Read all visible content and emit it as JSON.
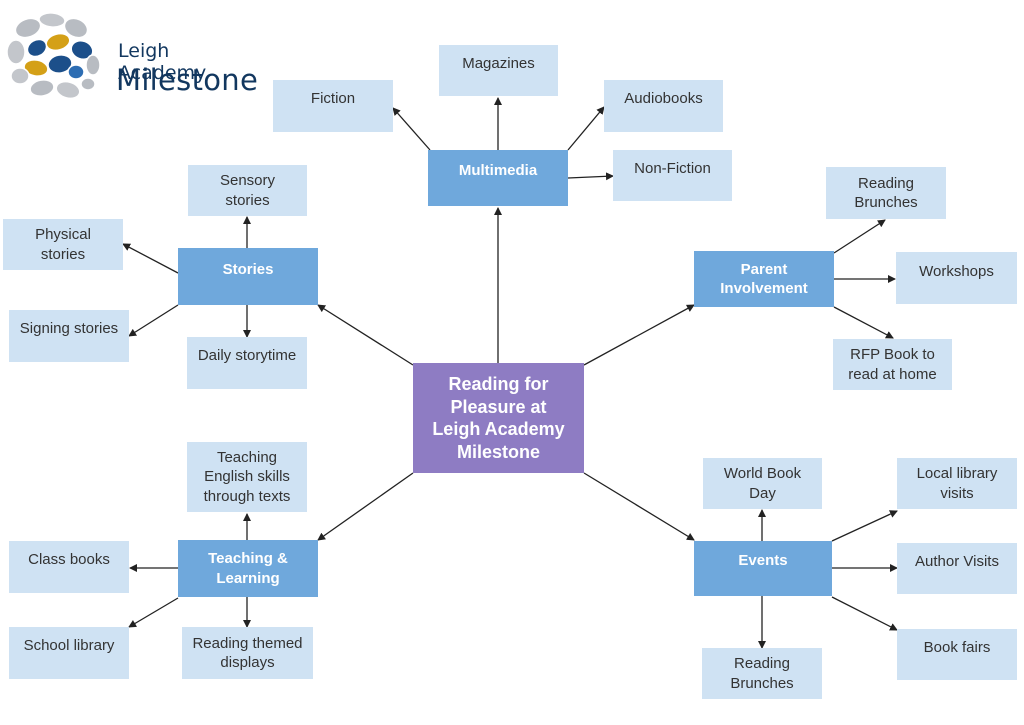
{
  "logo": {
    "line1": "Leigh Academy",
    "line2": "Milestone"
  },
  "center": {
    "label": "Reading for\nPleasure at\nLeigh Academy\nMilestone"
  },
  "hubs": {
    "multimedia": "Multimedia",
    "stories": "Stories",
    "parent_involvement": "Parent\nInvolvement",
    "teaching_learning": "Teaching &\nLearning",
    "events": "Events"
  },
  "leaves": {
    "magazines": "Magazines",
    "fiction": "Fiction",
    "audiobooks": "Audiobooks",
    "non_fiction": "Non-Fiction",
    "sensory_stories": "Sensory\nstories",
    "physical_stories": "Physical\nstories",
    "signing_stories": "Signing stories",
    "daily_storytime": "Daily storytime",
    "reading_brunches_parent": "Reading\nBrunches",
    "workshops": "Workshops",
    "rfp_book": "RFP Book to\nread at home",
    "teaching_english": "Teaching\nEnglish skills\nthrough texts",
    "class_books": "Class books",
    "school_library": "School library",
    "reading_themed_displays": "Reading themed\ndisplays",
    "world_book_day": "World Book\nDay",
    "local_library_visits": "Local library\nvisits",
    "author_visits": "Author Visits",
    "book_fairs": "Book fairs",
    "reading_brunches_events": "Reading\nBrunches"
  },
  "colors": {
    "center": "#8e7cc3",
    "hub": "#6fa8dc",
    "leaf": "#cfe2f3",
    "logo_blue": "#1c4f8a",
    "logo_gold": "#d4a017",
    "logo_grey": "#b8bcc2"
  }
}
